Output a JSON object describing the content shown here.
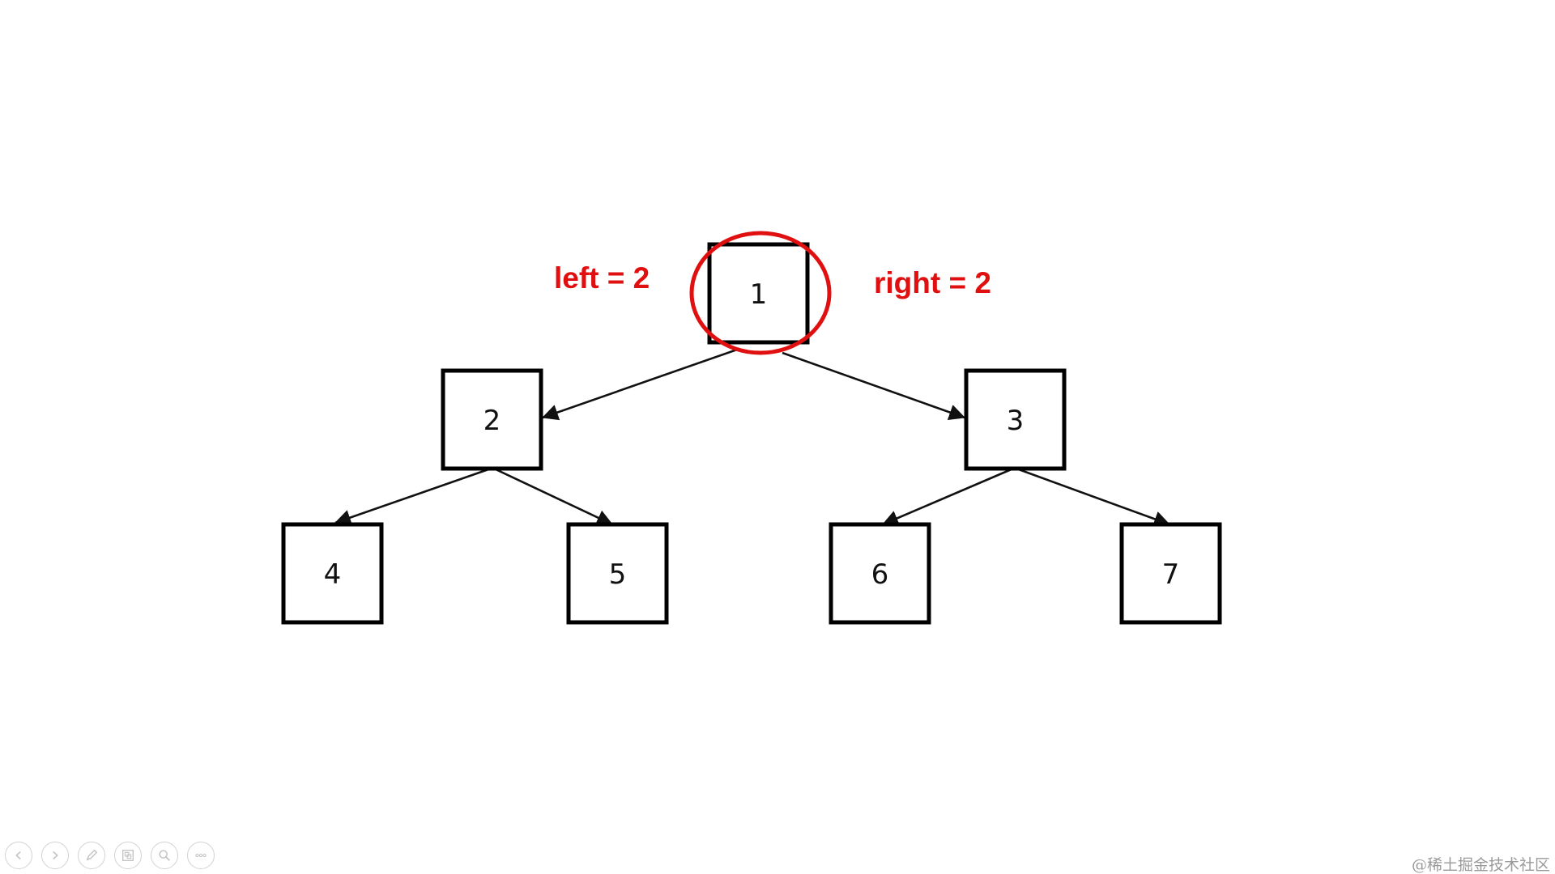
{
  "diagram": {
    "nodes": [
      {
        "id": "n1",
        "label": "1"
      },
      {
        "id": "n2",
        "label": "2"
      },
      {
        "id": "n3",
        "label": "3"
      },
      {
        "id": "n4",
        "label": "4"
      },
      {
        "id": "n5",
        "label": "5"
      },
      {
        "id": "n6",
        "label": "6"
      },
      {
        "id": "n7",
        "label": "7"
      }
    ],
    "edges": [
      {
        "from": "n1",
        "to": "n2"
      },
      {
        "from": "n1",
        "to": "n3"
      },
      {
        "from": "n2",
        "to": "n4"
      },
      {
        "from": "n2",
        "to": "n5"
      },
      {
        "from": "n3",
        "to": "n6"
      },
      {
        "from": "n3",
        "to": "n7"
      }
    ],
    "highlighted_node": "n1",
    "annotations": {
      "left": "left = 2",
      "right": "right = 2"
    }
  },
  "colors": {
    "node_stroke": "#000000",
    "edge": "#111111",
    "highlight": "#e01010",
    "annotation": "#e01010",
    "toolbar_icon": "#c4c4c4",
    "watermark": "#9a9a9a"
  },
  "toolbar": {
    "buttons": [
      {
        "icon": "previous-icon"
      },
      {
        "icon": "next-icon"
      },
      {
        "icon": "pen-icon"
      },
      {
        "icon": "slides-icon"
      },
      {
        "icon": "zoom-icon"
      },
      {
        "icon": "more-icon"
      }
    ]
  },
  "watermark": "@稀土掘金技术社区"
}
